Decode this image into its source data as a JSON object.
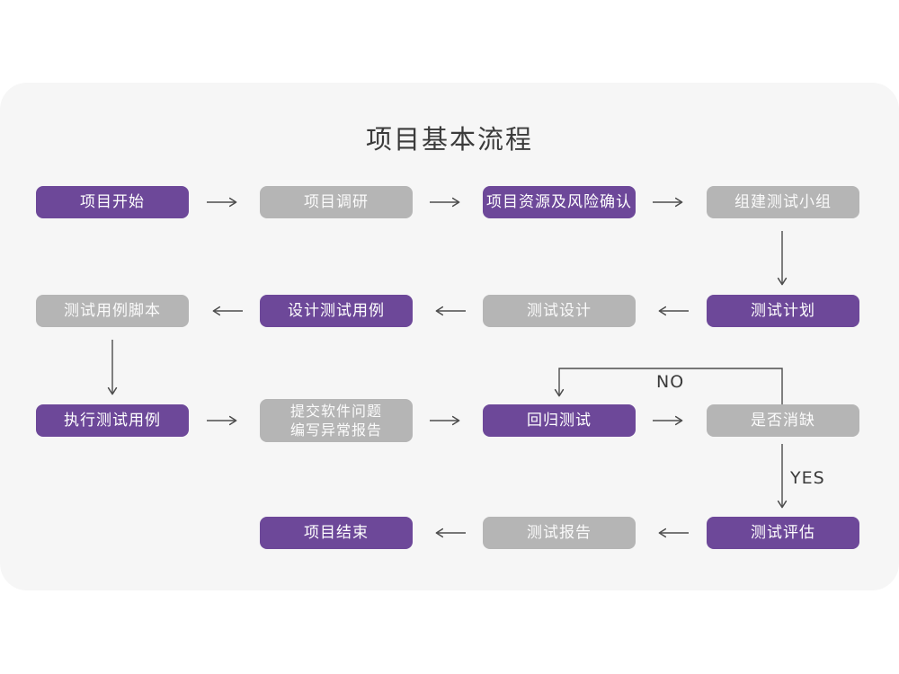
{
  "title": "项目基本流程",
  "colors": {
    "purple": "#6D4899",
    "gray": "#B5B5B5",
    "card_bg": "#F6F6F6",
    "page_bg": "#FFFFFF",
    "line": "#4D4D4D",
    "label_text": "#3A3A3A",
    "box_text": "#FFFFFF"
  },
  "decision_labels": {
    "no": "NO",
    "yes": "YES"
  },
  "nodes": [
    {
      "id": "project-start",
      "label": "项目开始",
      "variant": "purple"
    },
    {
      "id": "project-research",
      "label": "项目调研",
      "variant": "gray"
    },
    {
      "id": "resource-risk",
      "label": "项目资源及风险确认",
      "variant": "purple"
    },
    {
      "id": "build-test-team",
      "label": "组建测试小组",
      "variant": "gray"
    },
    {
      "id": "test-plan",
      "label": "测试计划",
      "variant": "purple"
    },
    {
      "id": "test-design",
      "label": "测试设计",
      "variant": "gray"
    },
    {
      "id": "design-cases",
      "label": "设计测试用例",
      "variant": "purple"
    },
    {
      "id": "case-script",
      "label": "测试用例脚本",
      "variant": "gray"
    },
    {
      "id": "execute-cases",
      "label": "执行测试用例",
      "variant": "purple"
    },
    {
      "id": "submit-issues",
      "label": "提交软件问题",
      "label2": "编写异常报告",
      "variant": "gray"
    },
    {
      "id": "regression-test",
      "label": "回归测试",
      "variant": "purple"
    },
    {
      "id": "defect-cleared",
      "label": "是否消缺",
      "variant": "gray"
    },
    {
      "id": "test-evaluate",
      "label": "测试评估",
      "variant": "purple"
    },
    {
      "id": "test-report",
      "label": "测试报告",
      "variant": "gray"
    },
    {
      "id": "project-end",
      "label": "项目结束",
      "variant": "purple"
    }
  ]
}
